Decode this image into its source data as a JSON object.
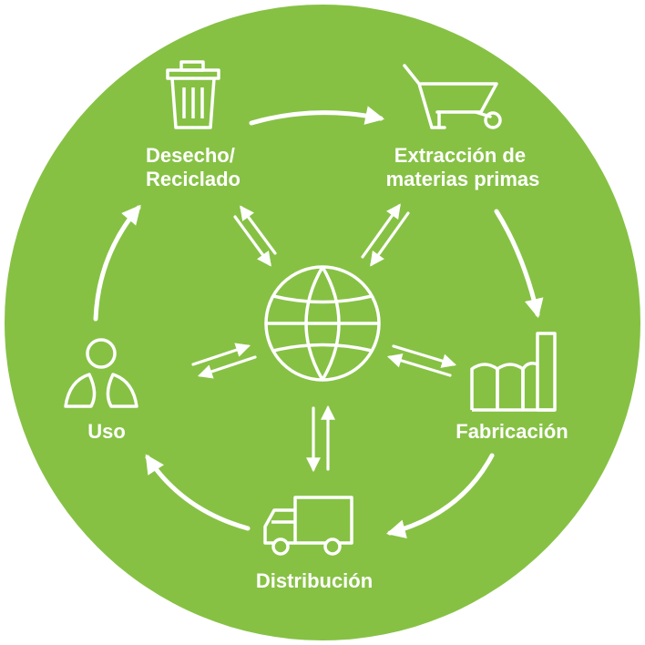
{
  "colors": {
    "background_circle": "#86c144",
    "foreground": "#ffffff"
  },
  "center": {
    "icon": "globe-icon"
  },
  "stages": [
    {
      "id": "disposal",
      "icon": "trash-can-icon",
      "label_lines": [
        "Desecho/",
        "Reciclado"
      ]
    },
    {
      "id": "extraction",
      "icon": "wheelbarrow-icon",
      "label_lines": [
        "Extracción de",
        "materias primas"
      ]
    },
    {
      "id": "manufacturing",
      "icon": "factory-icon",
      "label_lines": [
        "Fabricación"
      ]
    },
    {
      "id": "distribution",
      "icon": "delivery-truck-icon",
      "label_lines": [
        "Distribución"
      ]
    },
    {
      "id": "use",
      "icon": "people-icon",
      "label_lines": [
        "Uso"
      ]
    }
  ],
  "cycle_flow": [
    "disposal",
    "extraction",
    "manufacturing",
    "distribution",
    "use",
    "disposal"
  ],
  "hub_exchange": "bidirectional"
}
